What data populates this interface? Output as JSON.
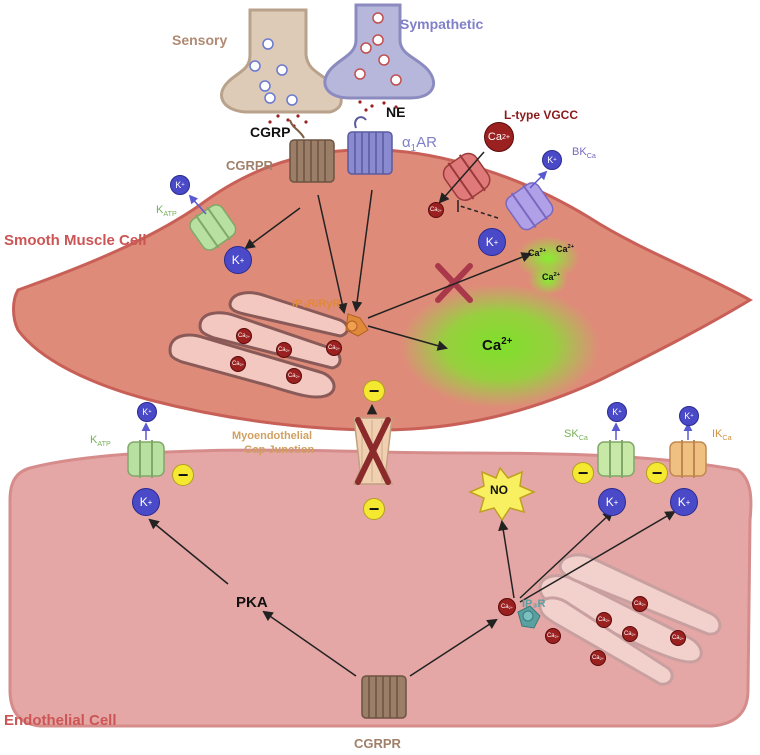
{
  "labels": {
    "sensory": "Sensory",
    "sympathetic": "Sympathetic",
    "cgrp": "CGRP",
    "ne": "NE",
    "l_type_vgcc": "L-type VGCC",
    "alpha": "α",
    "alpha_sub": "1",
    "ar": "AR",
    "cgrpr_top": "CGRPR",
    "smooth_muscle_cell": "Smooth Muscle Cell",
    "endothelial_cell": "Endothelial Cell",
    "cgrpr_bottom": "CGRPR",
    "k_atp": "K",
    "k_atp_sub": "ATP",
    "bk": "BK",
    "bk_sub": "Ca",
    "sk": "SK",
    "sk_sub": "Ca",
    "ik": "IK",
    "ik_sub": "Ca",
    "ip3r_ryr": "IP₃R/RyR",
    "ip3r": "IP₃R",
    "myoendothelial": "Myoendothelial",
    "gap_junction": "Gap Junction",
    "pka": "PKA",
    "no": "NO",
    "ca_big": "Ca",
    "ca_big_sup": "2+",
    "ca": "Ca",
    "ca_sup": "2+",
    "k": "K",
    "k_sup": "+",
    "minus": "−"
  },
  "colors": {
    "smc_fill": "#de8a78",
    "smc_stroke": "#c4605a",
    "endo_fill": "#e7aaa9",
    "endo_stroke": "#d08080",
    "sensory": "#a0806a",
    "sympathetic": "#8080c8",
    "vgcc": "#8b1a1a",
    "bk": "#8a78d0",
    "katp": "#8ab870",
    "sk": "#7ab860",
    "ik": "#e0a050",
    "ip3r_orange": "#e0893a",
    "ip3r_teal": "#5aa0a0",
    "cell_label": "#cc5555",
    "k_ion": "#4848c0",
    "ca_ion": "#9b2020"
  }
}
